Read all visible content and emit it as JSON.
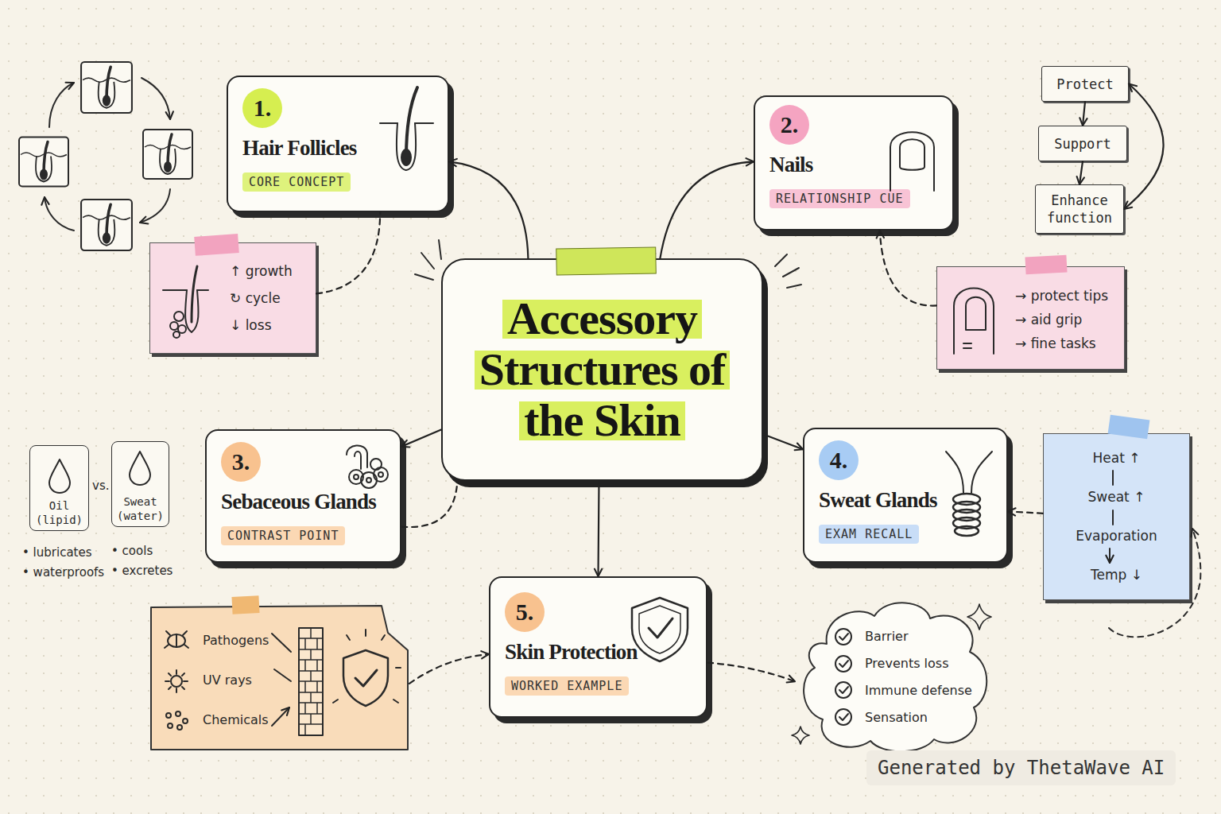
{
  "diagram": {
    "nodes": [
      {
        "text": [
          "1.",
          "Hair Follicles",
          "CORE CONCEPT"
        ]
      },
      {
        "text": [
          "2.",
          "Nails",
          "RELATIONSHIP CUE"
        ]
      },
      {
        "text": [
          "Protect"
        ]
      },
      {
        "text": [
          "Support"
        ]
      },
      {
        "text": [
          "Enhance function"
        ]
      },
      {
        "text": [
          "↑ growth",
          "↻ cycle",
          "↓ loss"
        ]
      },
      {
        "text": [
          "Accessory Structures of the Skin"
        ]
      },
      {
        "text": [
          "→ protect tips",
          "→ aid grip",
          "→ fine tasks"
        ]
      },
      {
        "text": [
          "Oil (lipid)"
        ]
      },
      {
        "text": [
          "Sweat (water)"
        ]
      },
      {
        "text": [
          "3.",
          "Sebaceous Glands",
          "CONTRAST POINT"
        ]
      },
      {
        "text": [
          "4.",
          "Sweat Glands",
          "EXAM RECALL"
        ]
      },
      {
        "text": [
          "Heat ↑",
          "Sweat ↑",
          "Evaporation",
          "Temp ↓"
        ]
      },
      {
        "text": [
          "Pathogens",
          "UV rays",
          "Chemicals"
        ]
      },
      {
        "text": [
          "5.",
          "Skin Protection",
          "WORKED EXAMPLE"
        ]
      },
      {
        "text": [
          "Barrier",
          "Prevents loss",
          "Immune defense",
          "Sensation"
        ]
      }
    ],
    "edges": [
      {
        "from": 6,
        "to": 0,
        "arrow": "to"
      },
      {
        "from": 6,
        "to": 1,
        "arrow": "to"
      },
      {
        "from": 6,
        "to": 10,
        "arrow": "to"
      },
      {
        "from": 6,
        "to": 11,
        "arrow": "to"
      },
      {
        "from": 6,
        "to": 14,
        "arrow": "to"
      },
      {
        "from": 5,
        "to": 0,
        "arrow": "none"
      },
      {
        "from": 7,
        "to": 1,
        "arrow": "to"
      },
      {
        "from": 2,
        "to": 3,
        "arrow": "to"
      },
      {
        "from": 3,
        "to": 4,
        "arrow": "to"
      },
      {
        "from": 4,
        "to": 2,
        "arrow": "both"
      },
      {
        "from": 10,
        "to": 6,
        "arrow": "none"
      },
      {
        "from": 12,
        "to": 11,
        "arrow": "to"
      },
      {
        "from": 13,
        "to": 14,
        "arrow": "to"
      },
      {
        "from": 14,
        "to": 15,
        "arrow": "to"
      }
    ],
    "labels": [
      "vs.",
      "• lubricates",
      "• waterproofs",
      "• cools",
      "• excretes",
      "Generated by ThetaWave AI"
    ]
  }
}
